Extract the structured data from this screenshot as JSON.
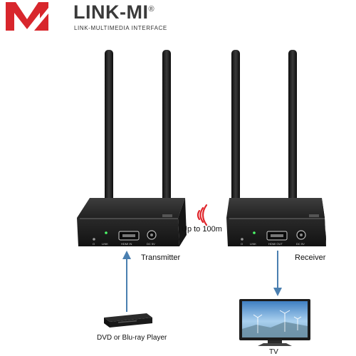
{
  "brand": {
    "name": "LINK-MI",
    "registered": "®",
    "tagline": "LINK-MULTIMEDIA INTERFACE",
    "color_red": "#d8262c",
    "color_dark": "#3a3a3a"
  },
  "transmitter": {
    "label": "Transmitter",
    "power_label": "O",
    "link_label": "LINK",
    "port_label": "HDMI IN",
    "dc_label": "DC 5V"
  },
  "receiver": {
    "label": "Receiver",
    "power_label": "O",
    "link_label": "LINK",
    "port_label": "HDMI OUT",
    "dc_label": "DC 5V"
  },
  "distance": {
    "label": "Up to 100m",
    "icon": "wireless-signal-icon",
    "color": "#e0262c"
  },
  "source": {
    "label": "DVD or Blu-ray  Player",
    "icon": "dvd-player-icon"
  },
  "display": {
    "label": "TV",
    "icon": "tv-icon"
  },
  "arrow_color": "#4a7fb0"
}
